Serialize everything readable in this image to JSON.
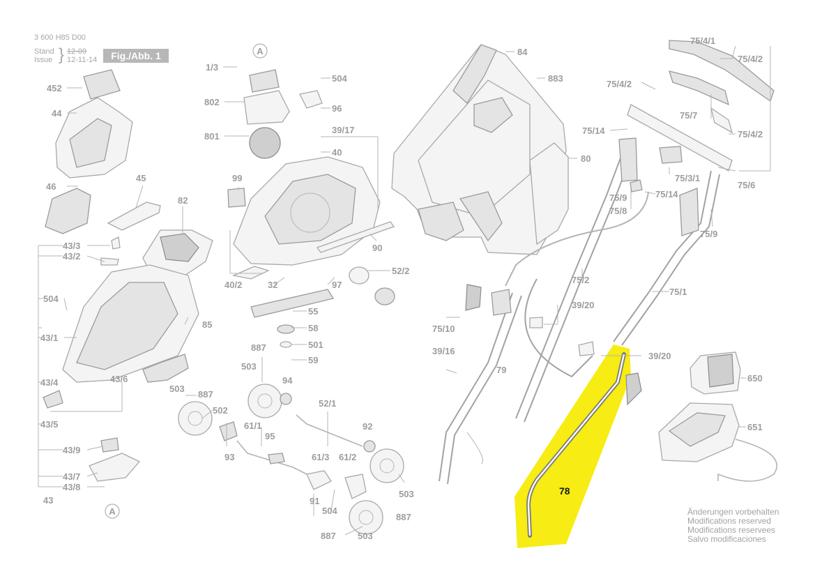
{
  "header": {
    "doc_number": "3 600 H85 D00",
    "stand_label": "Stand",
    "stand_old": "12-09",
    "issue_label": "Issue",
    "issue_date": "12-11-14",
    "figure_label": "Fig./Abb. 1"
  },
  "callouts": {
    "circle_a": "A",
    "p1_3": "1/3",
    "p802": "802",
    "p801": "801",
    "p504a": "504",
    "p96": "96",
    "p39_17": "39/17",
    "p40": "40",
    "p99": "99",
    "p45": "45",
    "p82": "82",
    "p452": "452",
    "p44": "44",
    "p46": "46",
    "p43_3": "43/3",
    "p43_2": "43/2",
    "p504b": "504",
    "p43_1": "43/1",
    "p43_4": "43/4",
    "p43_6": "43/6",
    "p43_5": "43/5",
    "p43_9": "43/9",
    "p43_7": "43/7",
    "p43_8": "43/8",
    "p43": "43",
    "p85": "85",
    "p40_2": "40/2",
    "p32": "32",
    "p97": "97",
    "p52_2": "52/2",
    "p90": "90",
    "p55": "55",
    "p58": "58",
    "p501": "501",
    "p59": "59",
    "p887a": "887",
    "p503a": "503",
    "p94": "94",
    "p503b": "503",
    "p887b": "887",
    "p502": "502",
    "p52_1": "52/1",
    "p61_1": "61/1",
    "p95": "95",
    "p93": "93",
    "p92": "92",
    "p61_3": "61/3",
    "p61_2": "61/2",
    "p91": "91",
    "p504c": "504",
    "p503c": "503",
    "p887c": "887",
    "p887d": "887",
    "p503d": "503",
    "p84": "84",
    "p883": "883",
    "p80": "80",
    "p75_4_1": "75/4/1",
    "p75_4_2a": "75/4/2",
    "p75_4_2b": "75/4/2",
    "p75_7": "75/7",
    "p75_4_2c": "75/4/2",
    "p75_14a": "75/14",
    "p75_3_1": "75/3/1",
    "p75_6": "75/6",
    "p75_9a": "75/9",
    "p75_14b": "75/14",
    "p75_8": "75/8",
    "p75_9b": "75/9",
    "p75_2": "75/2",
    "p75_1": "75/1",
    "p39_20a": "39/20",
    "p75_10": "75/10",
    "p39_16": "39/16",
    "p79": "79",
    "p39_20b": "39/20",
    "p78": "78",
    "p650": "650",
    "p651": "651"
  },
  "notice": {
    "line1": "Änderungen vorbehalten",
    "line2": "Modifications reserved",
    "line3": "Modifications reservees",
    "line4": "Salvo modificaciones"
  },
  "colors": {
    "highlight": "#f7ec13",
    "linework": "#a8a8a8",
    "label": "#9d9d9d"
  }
}
